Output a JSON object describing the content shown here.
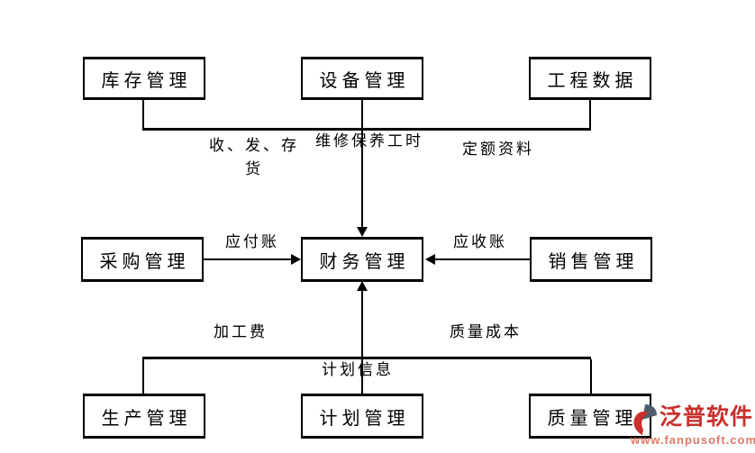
{
  "diagram": {
    "description": "ERP module data-flow diagram converging on finance management",
    "line_color": "#000000",
    "background_color": "#ffffff",
    "boxes": {
      "inventory": "库存管理",
      "equipment": "设备管理",
      "engineering": "工程数据",
      "procurement": "采购管理",
      "finance": "财务管理",
      "sales": "销售管理",
      "production": "生产管理",
      "planning": "计划管理",
      "quality": "质量管理"
    },
    "edge_labels": {
      "inventory_finance": "收、发、存货",
      "equipment_finance": "维修保养工时",
      "engineering_finance": "定额资料",
      "procurement_finance": "应付账",
      "sales_finance": "应收账",
      "production_finance": "加工费",
      "quality_finance": "质量成本",
      "planning_finance": "计划信息"
    }
  },
  "watermark": {
    "brand": "泛普软件",
    "url": "www.fanpusoft.com",
    "brand_color": "#c9302c",
    "url_color": "#dd7a66",
    "icon_dark_color": "#4e5d6c",
    "icon_red_color": "#c9302c"
  }
}
